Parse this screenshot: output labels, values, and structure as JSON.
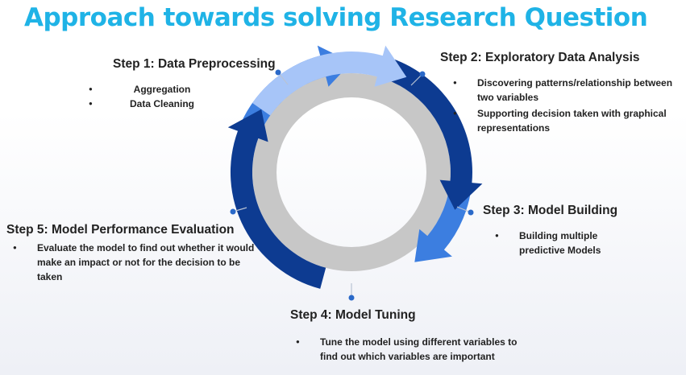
{
  "title": "Approach towards solving Research Question",
  "colors": {
    "title": "#1fb3e6",
    "ring_inner": "#c7c7c7",
    "arrow_light": "#a7c5f8",
    "arrow_mid": "#3c7ee0",
    "arrow_dark": "#0d3b91",
    "connector": "#2a69c9"
  },
  "steps": [
    {
      "title": "Step 1: Data Preprocessing",
      "bullets": [
        "Aggregation",
        "Data Cleaning"
      ]
    },
    {
      "title": "Step 2: Exploratory Data Analysis",
      "bullets": [
        "Discovering patterns/relationship between two variables",
        "Supporting decision taken with graphical representations"
      ]
    },
    {
      "title": "Step 3: Model Building",
      "bullets": [
        "Building multiple predictive Models"
      ]
    },
    {
      "title": "Step 4: Model Tuning",
      "bullets": [
        "Tune the model using different variables to find out which variables are important"
      ]
    },
    {
      "title": "Step 5: Model Performance Evaluation",
      "bullets": [
        "Evaluate the model to find out whether it would make an impact or not for the decision to be taken"
      ]
    }
  ]
}
